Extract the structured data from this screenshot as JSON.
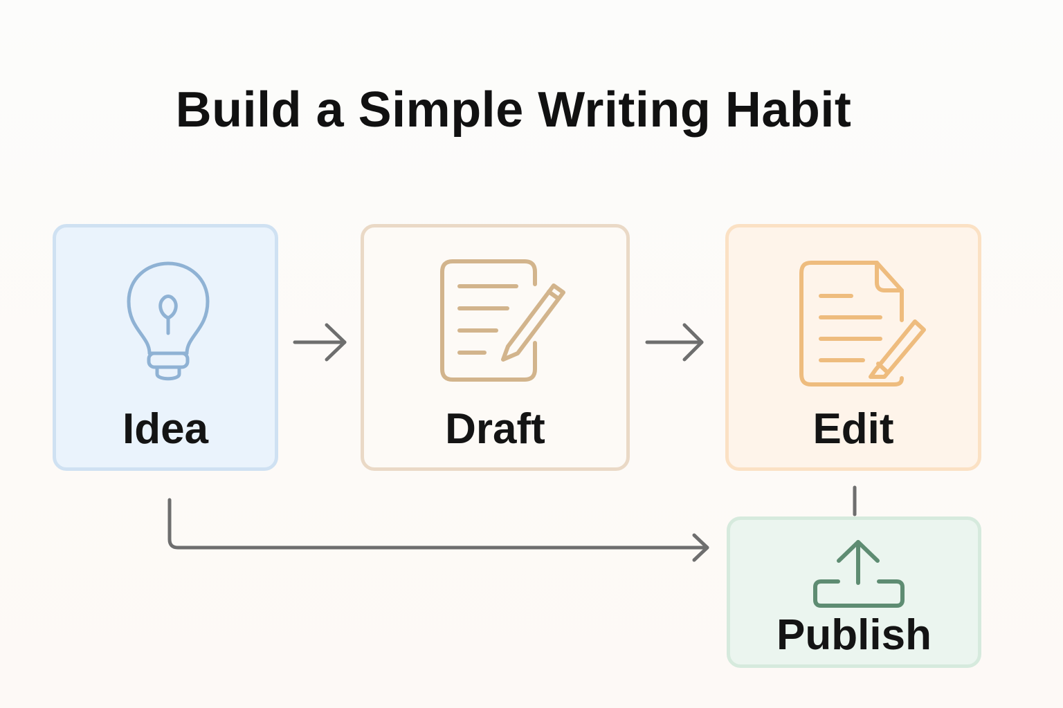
{
  "title": "Build a Simple Writing Habit",
  "steps": {
    "idea": {
      "label": "Idea",
      "icon": "lightbulb-icon",
      "color": "#8fb2d4"
    },
    "draft": {
      "label": "Draft",
      "icon": "document-pencil-icon",
      "color": "#d2b48c"
    },
    "edit": {
      "label": "Edit",
      "icon": "document-edit-icon",
      "color": "#eebc7e"
    },
    "publish": {
      "label": "Publish",
      "icon": "upload-icon",
      "color": "#5e8c72"
    }
  },
  "arrow_color": "#6e6e6e"
}
